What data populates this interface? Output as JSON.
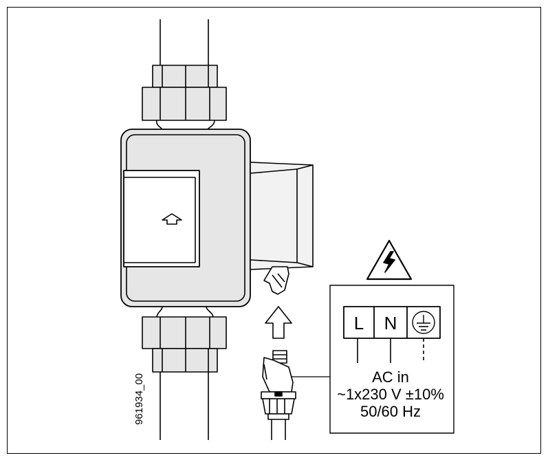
{
  "figure_id": "961934_00",
  "terminals": [
    "L",
    "N"
  ],
  "earth_symbol": "protective-earth-icon",
  "warning_symbol": "high-voltage-warning-icon",
  "power_spec": {
    "line1": "AC in",
    "line2": "~1x230 V ±10%",
    "line3": "50/60 Hz"
  },
  "flow_arrow": "up-arrow-icon",
  "colors": {
    "stroke": "#000000",
    "body_fill": "#e6e6e6",
    "background": "#ffffff"
  }
}
